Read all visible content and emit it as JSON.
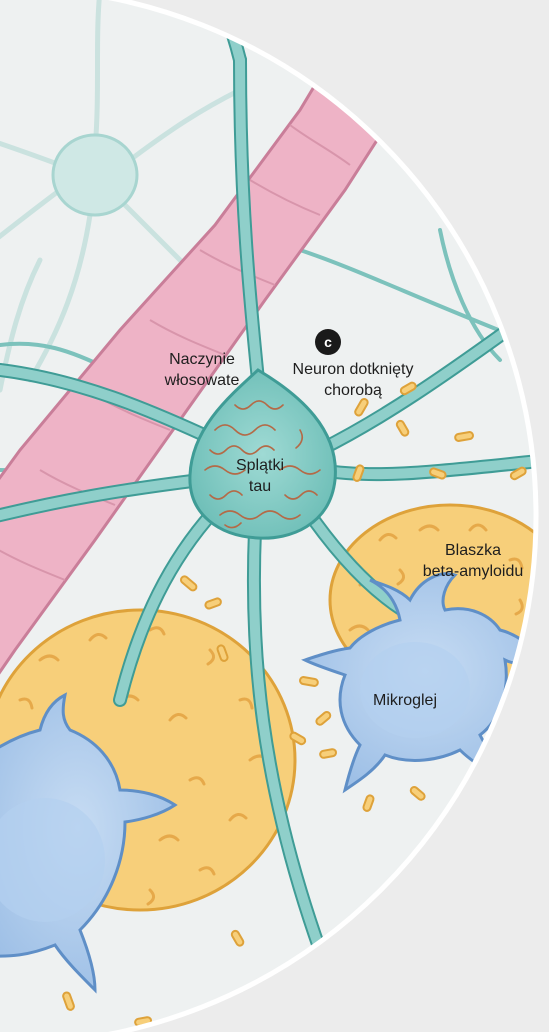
{
  "labels": {
    "badge": "c",
    "capillary": [
      "Naczynie",
      "włosowate"
    ],
    "affected_neuron": [
      "Neuron dotknięty",
      "chorobą"
    ],
    "tau_tangles": [
      "Splątki",
      "tau"
    ],
    "amyloid_plaque": [
      "Blaszka",
      "beta-amyloidu"
    ],
    "microglia": "Mikroglej"
  },
  "colors": {
    "background": "#ececec",
    "circle_bg": "#eef1f1",
    "neuron": "#8fcfca",
    "neuron_outline": "#3f9c96",
    "capillary": "#eeb3c6",
    "capillary_outline": "#c97e99",
    "amyloid": "#f7cf7a",
    "amyloid_outline": "#dea23a",
    "microglia": "#a9c9ec",
    "microglia_outline": "#5f8fc7",
    "tangles": "#b46a47"
  }
}
